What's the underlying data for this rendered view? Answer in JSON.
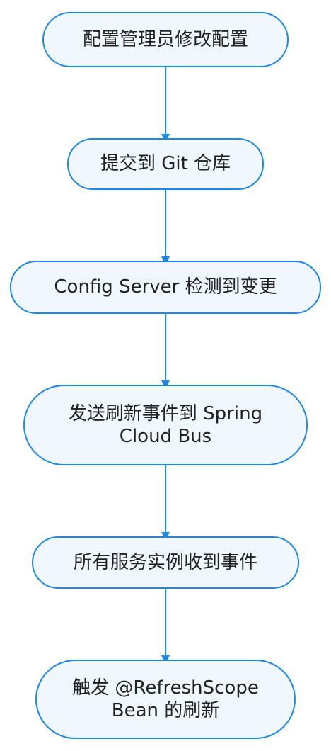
{
  "colors": {
    "node_fill": "#f0f7ff",
    "node_stroke": "#1e88e5",
    "edge": "#1e88e5",
    "text": "#222222"
  },
  "steps": [
    {
      "label": "配置管理员修改配置"
    },
    {
      "label": "提交到 Git 仓库"
    },
    {
      "label": "Config Server 检测到变更"
    },
    {
      "label": "发送刷新事件到 Spring Cloud Bus"
    },
    {
      "label": "所有服务实例收到事件"
    },
    {
      "label": "触发 @RefreshScope Bean 的刷新"
    }
  ]
}
